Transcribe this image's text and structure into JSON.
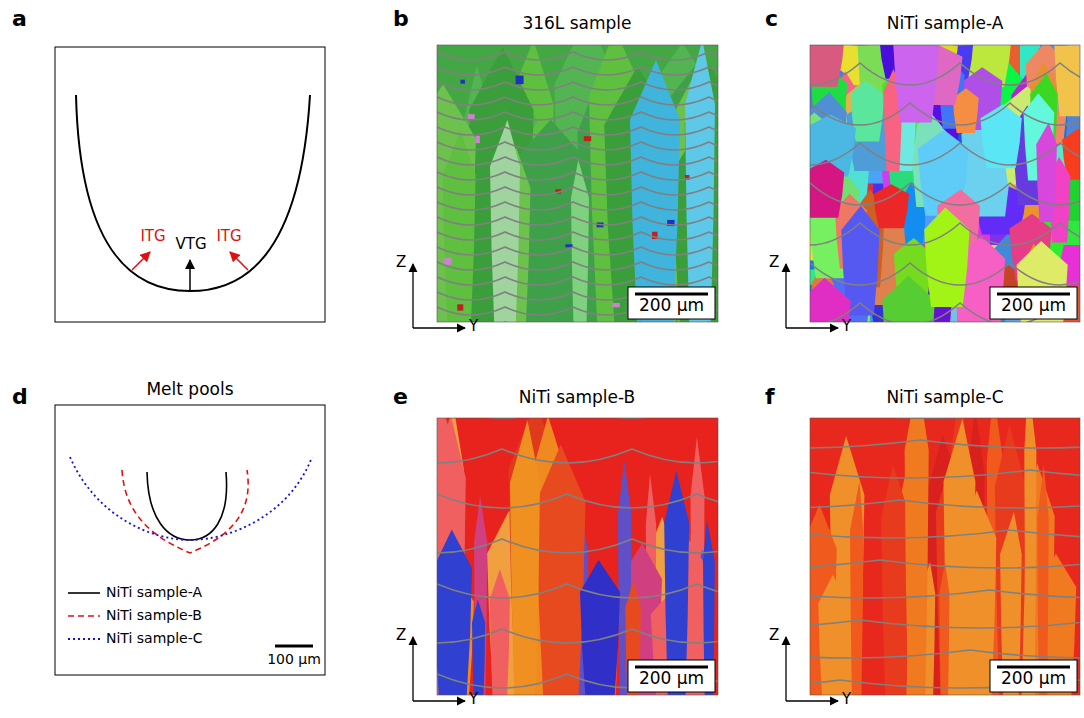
{
  "diagram": {
    "labels": [
      "a",
      "ITG",
      "ITG",
      "VTG",
      "b",
      "316L sample",
      "Z",
      "Y",
      "200 μm",
      "c",
      "NiTi sample-A",
      "Z",
      "Y",
      "200 μm",
      "d",
      "Melt pools",
      "100 μm",
      "e",
      "NiTi sample-B",
      "Z",
      "Y",
      "200 μm",
      "f",
      "NiTi sample-C",
      "Z",
      "Y",
      "200 μm"
    ],
    "legend": [
      {
        "text": "NiTi sample-A"
      },
      {
        "text": "NiTi sample-B"
      },
      {
        "text": "NiTi sample-C"
      }
    ]
  }
}
